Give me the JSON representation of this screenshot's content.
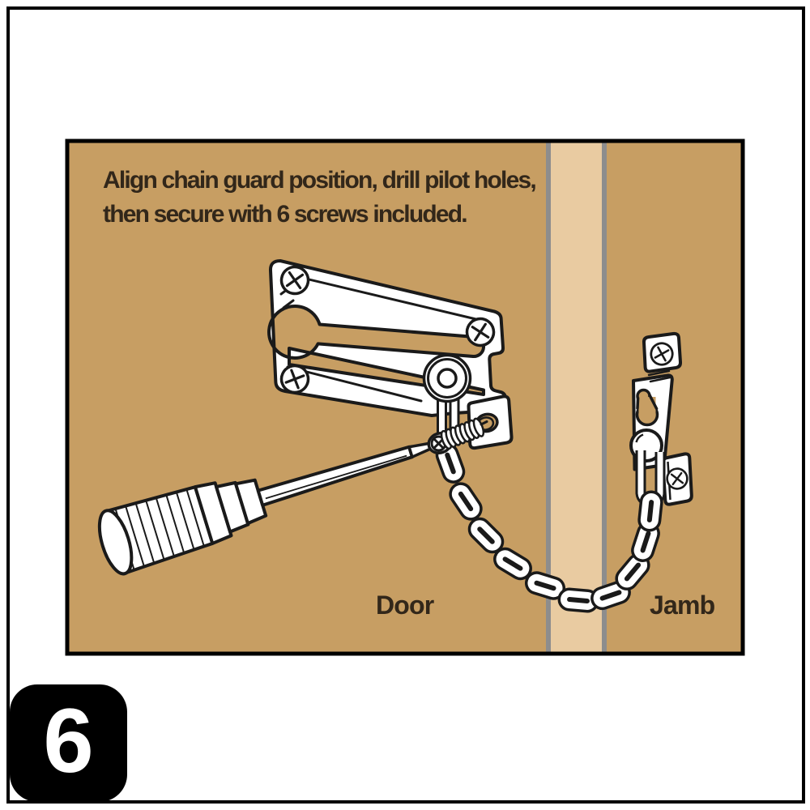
{
  "step_badge": {
    "number": "6"
  },
  "instruction": {
    "line1": "Align chain guard position, drill pilot holes,",
    "line2": "then secure with 6 screws included."
  },
  "labels": {
    "door": "Door",
    "jamb": "Jamb"
  },
  "colors": {
    "door_surface": "#c79e63",
    "jamb_gap_fill": "#e9cba1",
    "jamb_gap_edge": "#8d8d8d",
    "outline": "#1a1a1a",
    "hardware": "#ffffff",
    "text": "#32271a",
    "badge_background": "#000000",
    "badge_number": "#ffffff"
  }
}
